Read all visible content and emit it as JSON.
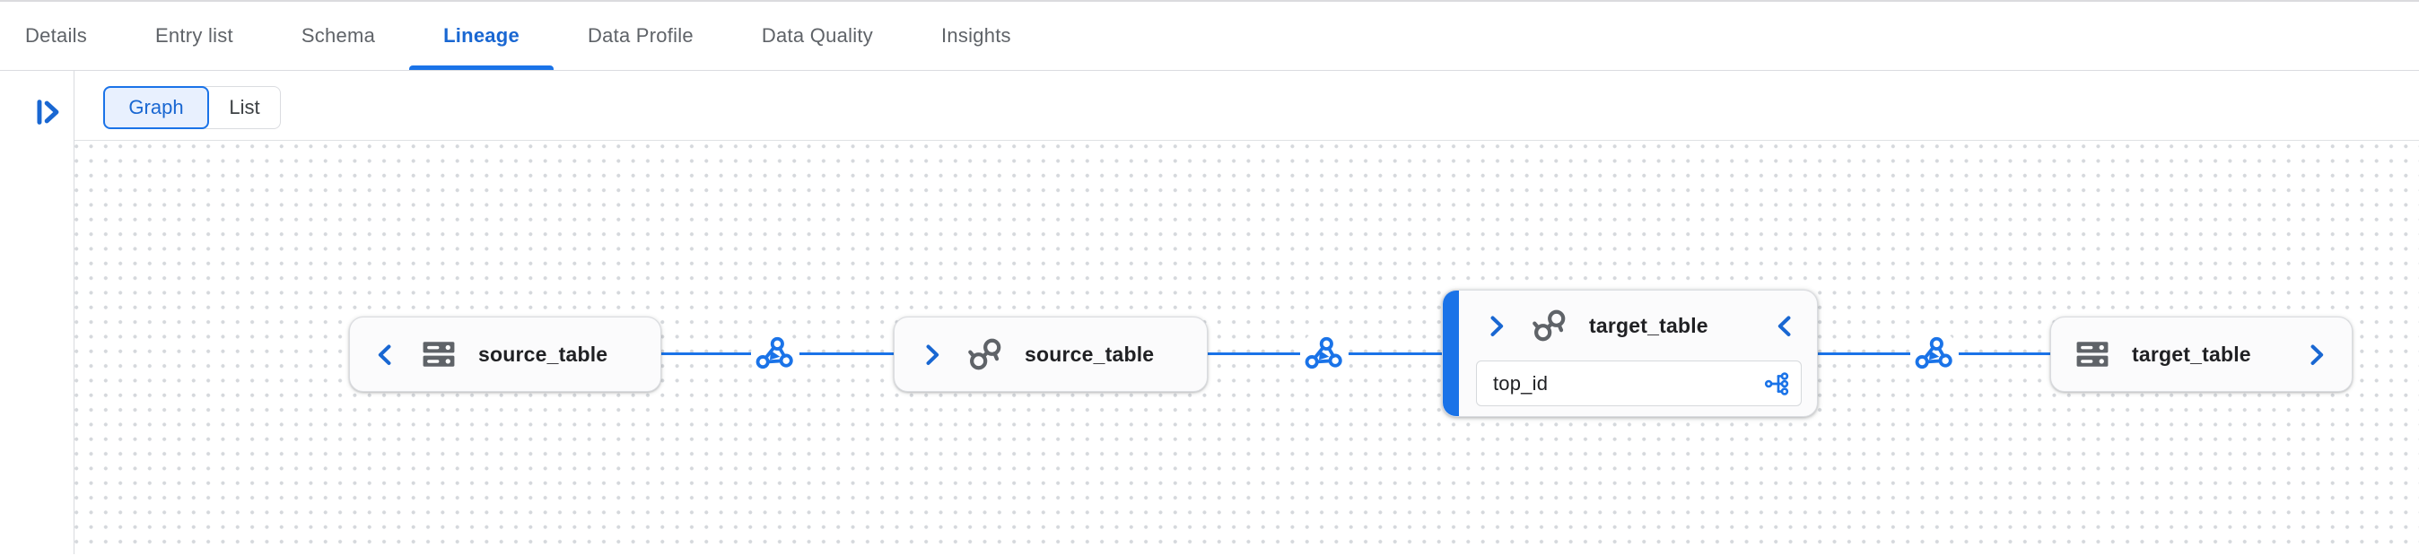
{
  "header": {
    "tabs": [
      {
        "label": "Details",
        "active": false
      },
      {
        "label": "Entry list",
        "active": false
      },
      {
        "label": "Schema",
        "active": false
      },
      {
        "label": "Lineage",
        "active": true
      },
      {
        "label": "Data Profile",
        "active": false
      },
      {
        "label": "Data Quality",
        "active": false
      },
      {
        "label": "Insights",
        "active": false
      }
    ]
  },
  "toolbar": {
    "views": [
      {
        "label": "Graph",
        "selected": true
      },
      {
        "label": "List",
        "selected": false
      }
    ]
  },
  "lineage": {
    "nodes": [
      {
        "id": "source-table-1",
        "label": "source_table",
        "entity_icon": "table-icon",
        "expander": "chevron-left",
        "selected": false
      },
      {
        "id": "source-table-2",
        "label": "source_table",
        "entity_icon": "lineage-entity-icon",
        "expander": "chevron-right",
        "selected": false
      },
      {
        "id": "target-table-expanded",
        "label": "target_table",
        "entity_icon": "lineage-entity-icon",
        "expander_left": "chevron-right",
        "expander_right": "chevron-left",
        "selected": true,
        "fields": [
          {
            "name": "top_id",
            "icon": "fan-out-icon"
          }
        ]
      },
      {
        "id": "target-table-2",
        "label": "target_table",
        "entity_icon": "table-icon",
        "expander": "chevron-right",
        "selected": false
      }
    ],
    "edges": [
      {
        "from": "source-table-1",
        "to": "source-table-2",
        "icon": "process-icon"
      },
      {
        "from": "source-table-2",
        "to": "target-table-expanded",
        "icon": "process-icon"
      },
      {
        "from": "target-table-expanded",
        "to": "target-table-2",
        "icon": "process-icon"
      }
    ]
  },
  "colors": {
    "accent_blue": "#1a73e8",
    "active_tab_blue": "#1967d2",
    "icon_gray": "#5f6368",
    "node_border": "#dadce0",
    "node_text": "#202124",
    "dot_grid": "#d5d8dc",
    "toggle_selected_bg": "#e8f0fe"
  }
}
